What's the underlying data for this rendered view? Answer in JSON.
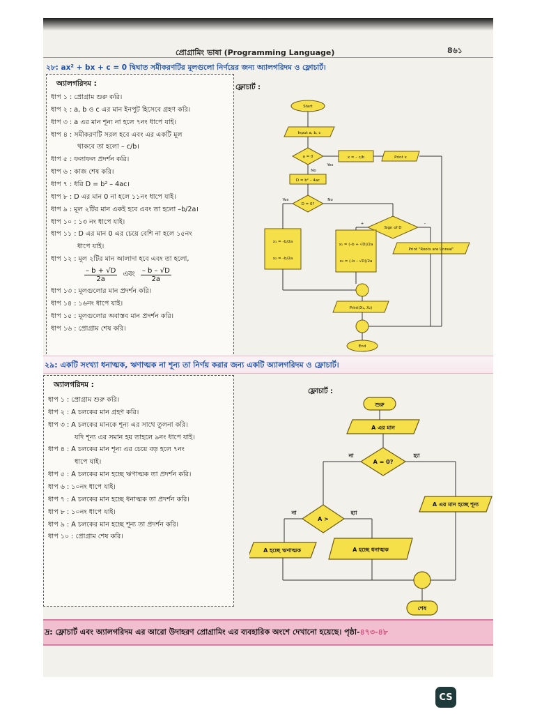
{
  "header": {
    "title": "প্রোগ্রামিং ভাষা (Programming Language)",
    "page_number": "8৬১"
  },
  "section1": {
    "question": "২৮: ax² + bx + c = 0 দ্বিঘাত সমীকরণটির মূলগুলো নির্ণয়ের জন্য অ্যালগরিদম ও ফ্লোচার্ট।",
    "algo_title": "অ্যালগরিদম :",
    "flow_label": "ফ্লোচার্ট :",
    "steps": [
      "ধাপ ১ : প্রোগ্রাম শুরু করি।",
      "ধাপ ২ : a, b ও c এর মান ইনপুট হিসেবে গ্রহণ করি।",
      "ধাপ ৩ : a এর মান শূন্য না হলে ৭নং ধাপে যাই।",
      "ধাপ ৪ : সমীকরণটি সরল হবে এবং এর একটি মূল",
      "থাকবে তা হলো – c/b।",
      "ধাপ ৫ : ফলাফল প্রদর্শন করি।",
      "ধাপ ৬ : কাজ শেষ করি।",
      "ধাপ ৭ : ধরি D = b² – 4ac।",
      "ধাপ ৮ : D এর মান 0 না হলে ১১নং ধাপে যাই।",
      "ধাপ ৯ : মূল ২টির মান একই হবে এবং তা হলো –b/2a।",
      "ধাপ ১০ : ১৩ নং ধাপে যাই।",
      "ধাপ ১১ : D এর মান 0 এর চেয়ে বেশি না হলে ১৫নং",
      "ধাপে যাই।",
      "ধাপ ১২ : মূল ২টির মান আলাদা হবে এবং তা হলো,",
      "ধাপ ১৩ : মূলগুলোর মান প্রদর্শন করি।",
      "ধাপ ১৪ : ১৬নং ধাপে যাই।",
      "ধাপ ১৫ : মূলগুলোর অবাস্তব মান প্রদর্শন করি।",
      "ধাপ ১৬ : প্রোগ্রাম শেষ করি।"
    ],
    "formula": {
      "num1": "– b + √D",
      "num2": "– b – √D",
      "den": "2a",
      "and": "এবং"
    },
    "flowchart": {
      "start": "Start",
      "input": "Input a, b, c",
      "a_zero": "a = 0",
      "x_eq": "x = – c/b",
      "print_x": "Print x",
      "yes": "Yes",
      "no": "No",
      "d_eq": "D = b² – 4ac",
      "d_zero": "D = 0?",
      "sign_d": "Sign of D",
      "plus": "+",
      "minus": "–",
      "x_equal_1": "x₁ = –b/2a",
      "x_equal_2": "x₂ = –b/2a",
      "x_root_1": "x₁ = (–b + √D)/2a",
      "x_root_2": "x₂ = (–b – √D)/2a",
      "print_unreal": "Print \"Roots are Unreal\"",
      "print_x12": "Print(X₁, X₂)",
      "end": "End"
    }
  },
  "section2": {
    "question": "২৯: একটি সংখ্যা ধনাত্মক, ঋণাত্মক না শূন্য তা নির্ণয় করার জন্য একটি অ্যালগরিদম ও ফ্লোচার্ট।",
    "algo_title": "অ্যালগরিদম :",
    "flow_label": "ফ্লোচার্ট :",
    "steps": [
      "ধাপ ১ : প্রোগ্রাম শুরু করি।",
      "ধাপ ২ : A চলকের মান গ্রহণ করি।",
      "ধাপ ৩ : A চলকের মানকে শূন্য এর সাথে তুলনা করি।",
      "যদি শূন্য এর সমান হয় তাহলে ৯নং ধাপে যাই।",
      "ধাপ ৪ : A চলকের মান শূন্য এর চেয়ে বড় হলে ৭নং",
      "ধাপে যাই।",
      "ধাপ ৫ : A চলকের মান হচ্ছে ঋণাত্মক তা প্রদর্শন করি।",
      "ধাপ ৬ : ১০নং ধাপে যাই।",
      "ধাপ ৭ : A চলকের মান হচ্ছে ধনাত্মক তা প্রদর্শন করি।",
      "ধাপ ৮ : ১০নং ধাপে যাই।",
      "ধাপ ৯ : A চলকের মান হচ্ছে শূন্য তা প্রদর্শন করি।",
      "ধাপ ১০ : প্রোগ্রাম শেষ করি।"
    ],
    "flowchart": {
      "start": "শুরু",
      "input": "A এর মান",
      "a_zero": "A = 0?",
      "no": "না",
      "yes": "হ্যা",
      "a_gt": "A >",
      "zero_out": "A এর মান হচ্ছে শূন্য",
      "neg_out": "A হচ্ছে ঋণাত্মক",
      "pos_out": "A হচ্ছে ধনাত্মক",
      "end": "শেষ"
    }
  },
  "footer_note": {
    "text": "দ্র: ফ্লোচার্ট এবং অ্যালগরিদম এর আরো উদাহরণ প্রোগ্রামিং এর ব্যবহারিক অংশে দেখানো হয়েছে। পৃষ্ঠা-",
    "pages": "৪৭৩-৪৮"
  },
  "scanner_badge": "CS",
  "colors": {
    "flow_box": "#f5e04a",
    "flow_stroke": "#6b5a10",
    "heading_blue": "#1c4fa8",
    "note_pink": "#f2bfd0"
  }
}
